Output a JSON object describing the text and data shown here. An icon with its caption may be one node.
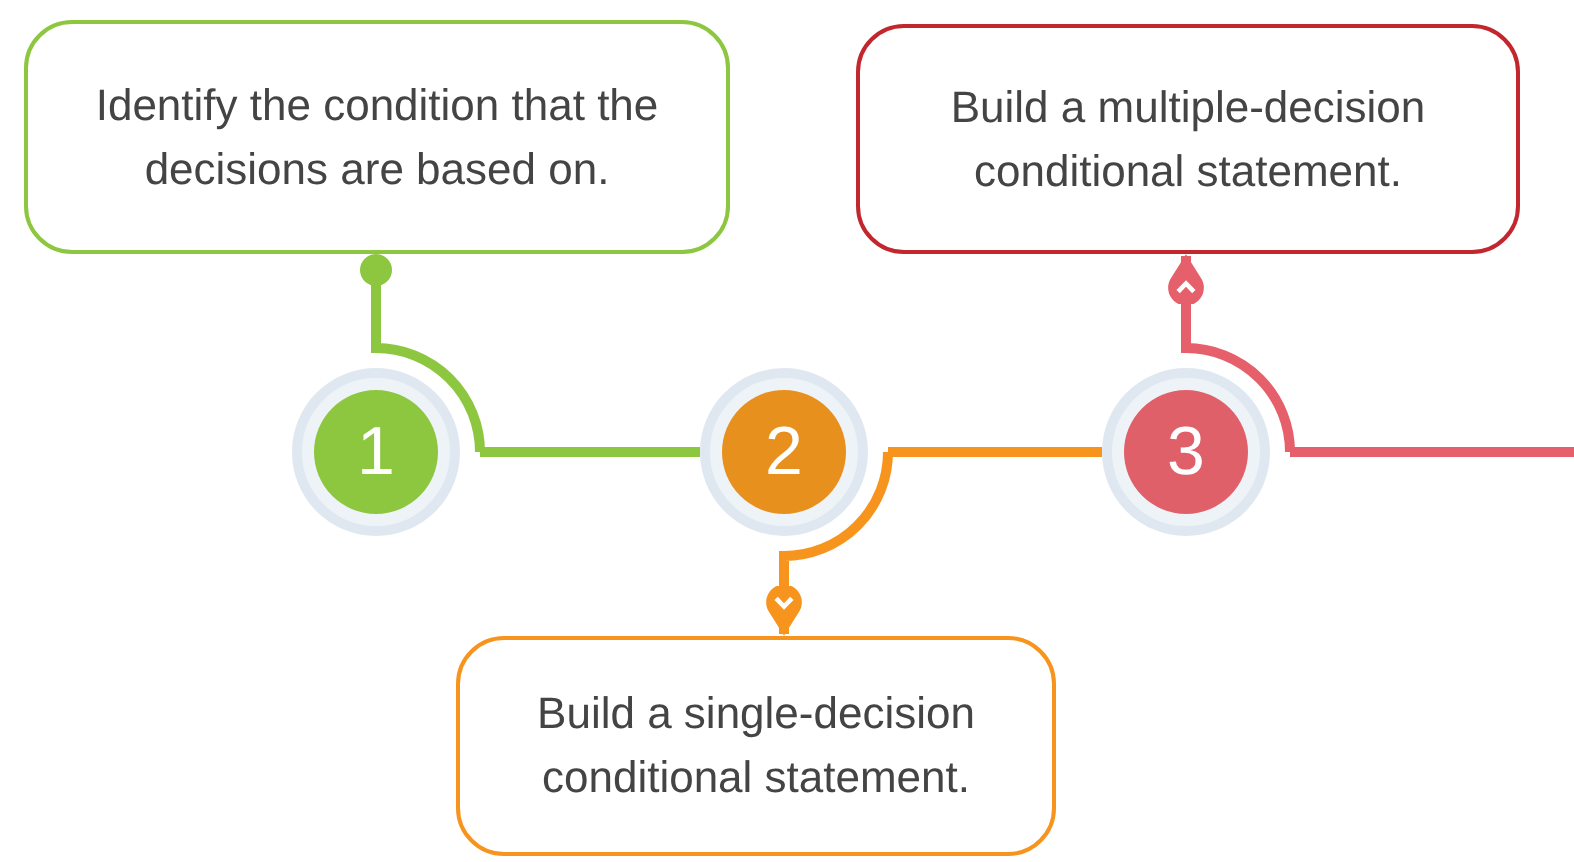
{
  "diagram": {
    "nodes": [
      {
        "text": [
          "Identify the condition that the decisions are based on."
        ]
      },
      {
        "text": [
          "Build a multiple-decision conditional statement."
        ]
      },
      {
        "text": [
          "1"
        ]
      },
      {
        "text": [
          "2"
        ]
      },
      {
        "text": [
          "3"
        ]
      },
      {
        "text": [
          "Build a single-decision conditional statement."
        ]
      }
    ],
    "edges": [
      {
        "from": 2,
        "to": 0,
        "arrow": "other",
        "color": "#8dc63f"
      },
      {
        "from": 2,
        "to": 3,
        "arrow": "none",
        "color": "#8dc63f"
      },
      {
        "from": 3,
        "to": 4,
        "arrow": "none",
        "color": "#f7941d"
      },
      {
        "from": 3,
        "to": 5,
        "arrow": "to",
        "color": "#f7941d"
      },
      {
        "from": 4,
        "to": 1,
        "arrow": "to",
        "color": "#e5606b"
      },
      {
        "from": 4,
        "to": null,
        "arrow": "none",
        "color": "#e5606b"
      }
    ]
  }
}
